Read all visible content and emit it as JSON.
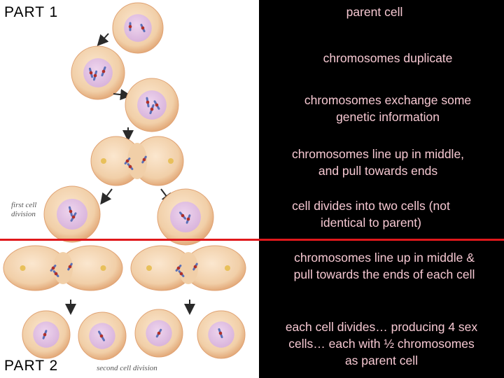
{
  "labels": {
    "part1": "PART 1",
    "part2": "PART 2",
    "first_division_line1": "first cell",
    "first_division_line2": "division",
    "second_division": "second cell division"
  },
  "captions": {
    "parent_cell": "parent cell",
    "duplicate": "chromosomes duplicate",
    "exchange_line1": "chromosomes exchange some",
    "exchange_line2": "genetic information",
    "lineup_line1": "chromosomes line up in middle,",
    "lineup_line2": "and pull towards ends",
    "divides_line1": "cell divides into two cells (not",
    "divides_line2": "identical to parent)",
    "lineup2_line1": "chromosomes line up in middle &",
    "lineup2_line2": "pull towards the ends of each cell",
    "final_line1": "each cell divides… producing 4 sex",
    "final_line2": "cells… each with ½ chromosomes",
    "final_line3": "as parent cell"
  },
  "colors": {
    "caption_text": "#f6c8d2",
    "divider_red": "#e0181c",
    "cell_fill": "#f1cfa8",
    "nucleus_fill": "#d9b4dc",
    "chromosome_blue": "#5a70b8",
    "centromere_red": "#b0302a",
    "arrow_dark": "#2a2a2a"
  }
}
